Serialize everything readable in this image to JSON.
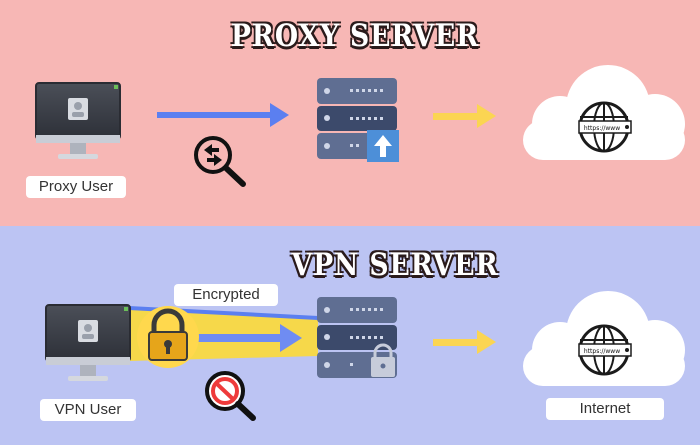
{
  "proxy": {
    "title": "PROXY SERVER",
    "user_label": "Proxy User"
  },
  "vpn": {
    "title": "VPN SERVER",
    "user_label": "VPN User",
    "tunnel_label": "Encrypted",
    "internet_label": "Internet"
  },
  "globe_signs": [
    "https://www",
    "https://www"
  ],
  "colors": {
    "proxy_bg": "#f7b7b5",
    "vpn_bg": "#bcc4f3",
    "arrow_blue": "#5b7ff0",
    "arrow_yellow": "#fbd552",
    "server_dark": "#3c4a6b",
    "server_light": "#5f6e92",
    "tunnel_yellow": "#f6d84a",
    "block_red": "#ee3b3b"
  }
}
